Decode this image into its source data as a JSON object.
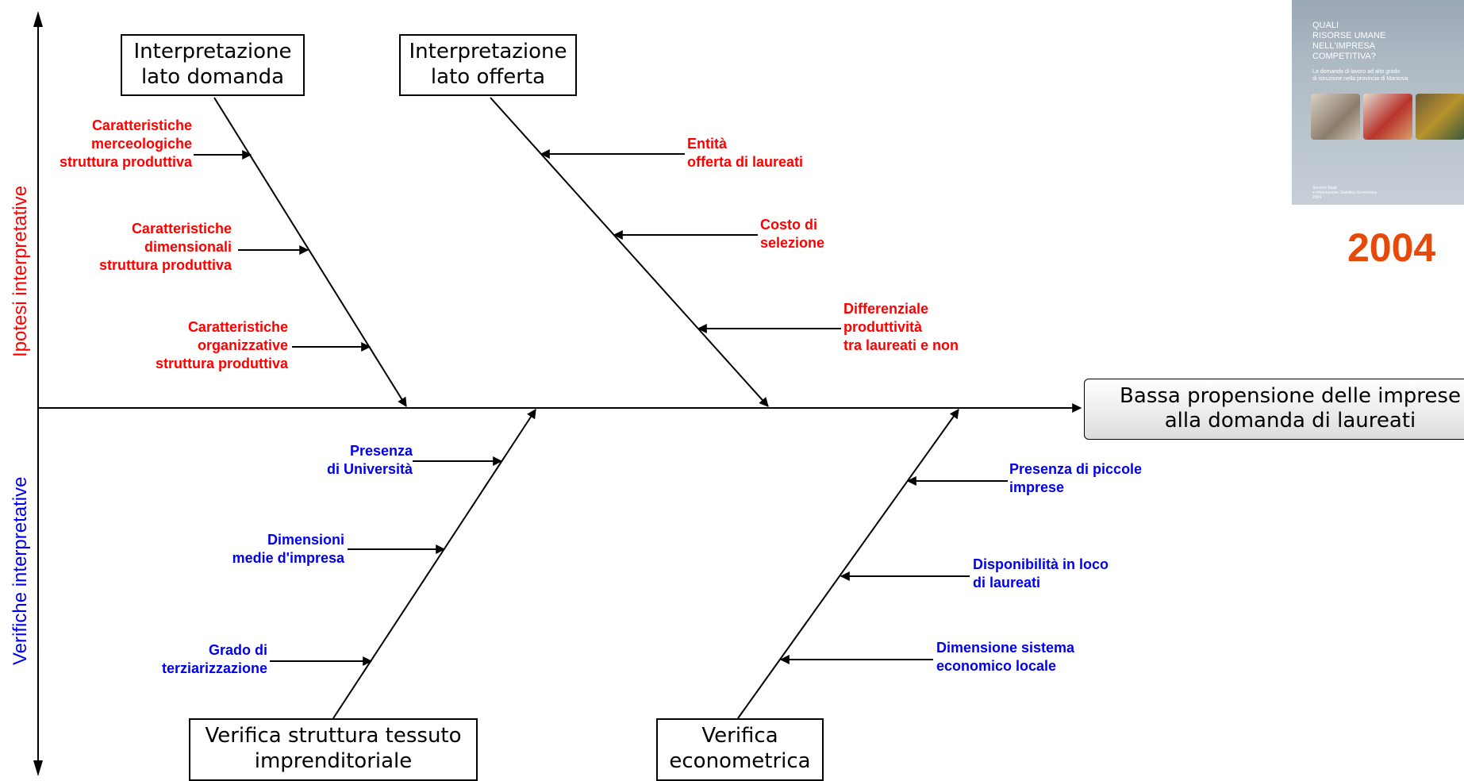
{
  "axis_labels": {
    "top": "Ipotesi interpretative",
    "bottom": "Verifiche interpretative"
  },
  "colors": {
    "top_labels": "#ff0000",
    "bottom_labels": "#0000ee",
    "year": "#e64a0a"
  },
  "effect": {
    "line1": "Bassa propensione delle imprese",
    "line2": "alla domanda di laureati"
  },
  "categories": {
    "domanda": {
      "line1": "Interpretazione",
      "line2": "lato domanda"
    },
    "offerta": {
      "line1": "Interpretazione",
      "line2": "lato offerta"
    },
    "struttura": {
      "line1": "Verifica struttura tessuto",
      "line2": "imprenditoriale"
    },
    "econometrica": {
      "line1": "Verifica",
      "line2": "econometrica"
    }
  },
  "causes": {
    "domanda": [
      [
        "Caratteristiche",
        "merceologiche",
        "struttura produttiva"
      ],
      [
        "Caratteristiche",
        "dimensionali",
        "struttura produttiva"
      ],
      [
        "Caratteristiche",
        "organizzative",
        "struttura produttiva"
      ]
    ],
    "offerta": [
      [
        "Entità",
        "offerta di laureati"
      ],
      [
        "Costo di",
        "selezione"
      ],
      [
        "Differenziale",
        "produttività",
        "tra laureati e non"
      ]
    ],
    "struttura": [
      [
        "Presenza",
        "di Università"
      ],
      [
        "Dimensioni",
        "medie d'impresa"
      ],
      [
        "Grado di",
        "terziarizzazione"
      ]
    ],
    "econometrica": [
      [
        "Presenza di piccole",
        "imprese"
      ],
      [
        "Disponibilità in loco",
        "di laureati"
      ],
      [
        "Dimensione sistema",
        "economico locale"
      ]
    ]
  },
  "cover": {
    "title_lines": [
      "QUALI",
      "RISORSE UMANE",
      "NELL'IMPRESA",
      "COMPETITIVA?"
    ],
    "subtitle_lines": [
      "La domanda di lavoro ad alto grado",
      "di istruzione nella provincia di Mantova"
    ],
    "footer_lines": [
      "Servizio Studi",
      "e Informazione Statistico Economica",
      "2004"
    ]
  },
  "year": "2004"
}
